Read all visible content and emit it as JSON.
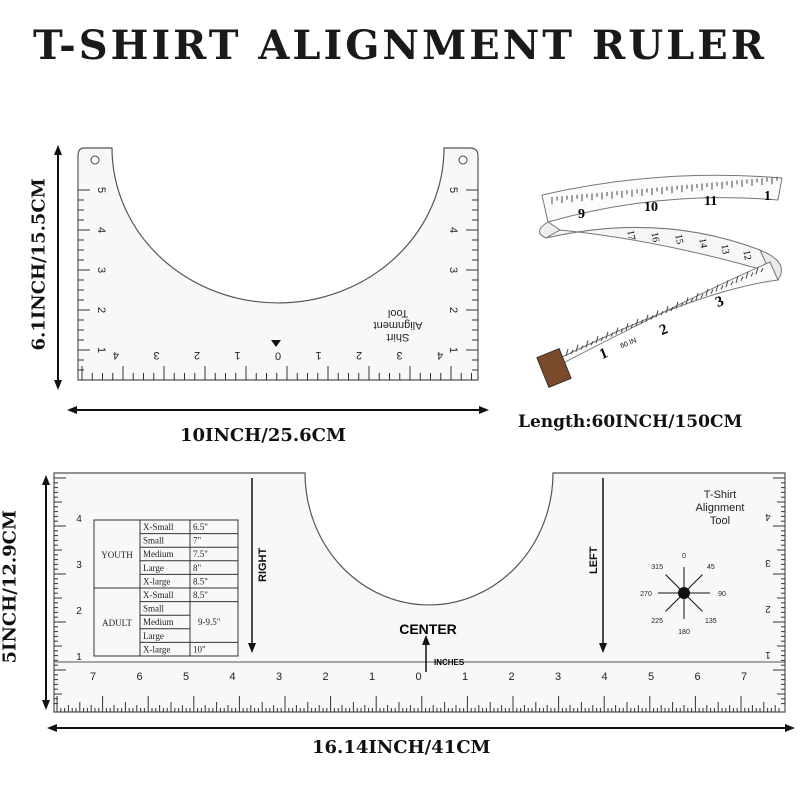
{
  "title": "T-SHIRT ALIGNMENT RULER",
  "small_ruler": {
    "height_label": "6.1INCH/15.5CM",
    "width_label": "10INCH/25.6CM",
    "brand_lines": [
      "Shirt",
      "Alignment",
      "Tool"
    ],
    "bottom_numbers": [
      "4",
      "3",
      "2",
      "1",
      "0",
      "1",
      "2",
      "3",
      "4"
    ],
    "side_numbers": [
      "5",
      "4",
      "3",
      "2",
      "1"
    ]
  },
  "tape": {
    "length_label": "Length:60INCH/150CM",
    "upper_numbers": [
      "9",
      "10",
      "11",
      "1"
    ],
    "middle_numbers": [
      "17",
      "16",
      "15",
      "14",
      "13",
      "12"
    ],
    "lower_numbers": [
      "1",
      "2",
      "3"
    ],
    "end_label": "60 IN"
  },
  "large_ruler": {
    "height_label": "5INCH/12.9CM",
    "width_label": "16.14INCH/41CM",
    "brand_lines": [
      "T-Shirt",
      "Alignment",
      "Tool"
    ],
    "right_label": "RIGHT",
    "left_label": "LEFT",
    "center_label": "CENTER",
    "inches_label": "INCHES",
    "bottom_numbers": [
      "7",
      "6",
      "5",
      "4",
      "3",
      "2",
      "1",
      "0",
      "1",
      "2",
      "3",
      "4",
      "5",
      "6",
      "7"
    ],
    "side_numbers": [
      "4",
      "3",
      "2",
      "1"
    ],
    "size_table": {
      "groups": [
        {
          "name": "YOUTH",
          "rows": [
            {
              "size": "X-Small",
              "value": "6.5\""
            },
            {
              "size": "Small",
              "value": "7\""
            },
            {
              "size": "Medium",
              "value": "7.5\""
            },
            {
              "size": "Large",
              "value": "8\""
            },
            {
              "size": "X-large",
              "value": "8.5\""
            }
          ]
        },
        {
          "name": "ADULT",
          "rows": [
            {
              "size": "X-Small",
              "value": "8.5\""
            },
            {
              "size": "Small",
              "value": ""
            },
            {
              "size": "Medium",
              "value": "9-9.5\""
            },
            {
              "size": "Large",
              "value": ""
            },
            {
              "size": "X-large",
              "value": "10\""
            }
          ]
        }
      ]
    },
    "compass": {
      "angles": [
        "0",
        "45",
        "90",
        "135",
        "180",
        "225",
        "270",
        "315"
      ]
    }
  }
}
